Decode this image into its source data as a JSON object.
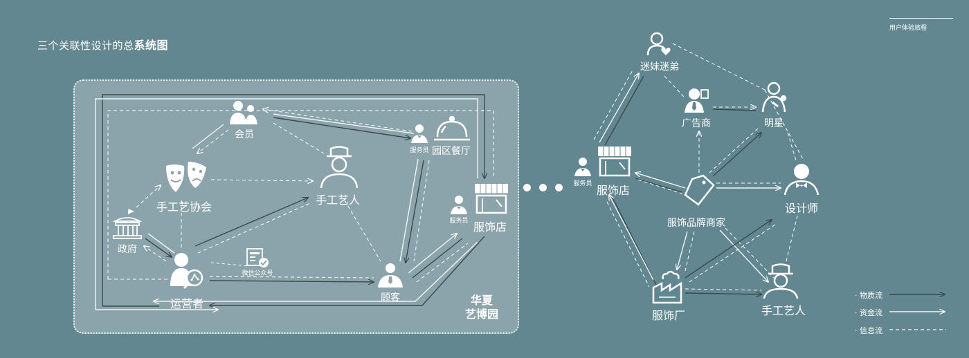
{
  "header": {
    "title_normal": "三个关联性设计的总",
    "title_bold": "系统图",
    "section_tab": "用户体验旅程"
  },
  "park": {
    "name_line1": "华夏",
    "name_line2": "艺博园",
    "nodes": {
      "member": "会员",
      "craft_assoc": "手工艺协会",
      "gov": "政府",
      "operator": "运营者",
      "wechat": "微信公众号",
      "artisan": "手工艺人",
      "customer": "顾客",
      "waiter1": "服务员",
      "restaurant": "园区餐厅",
      "waiter2": "服务员",
      "shop": "服饰店"
    }
  },
  "brand": {
    "nodes": {
      "fans": "迷妹迷弟",
      "advertiser": "广告商",
      "star": "明星",
      "waiter": "服务员",
      "shop": "服饰店",
      "merchant": "服饰品牌商家",
      "designer": "设计师",
      "factory": "服饰厂",
      "artisan": "手工艺人"
    }
  },
  "legend": {
    "items": [
      {
        "label": "物质流",
        "style": "solid-dark"
      },
      {
        "label": "资金流",
        "style": "solid-light"
      },
      {
        "label": "信息流",
        "style": "dashed"
      }
    ]
  },
  "colors": {
    "background": "#628791",
    "panel": "#8ba3aa",
    "material_flow": "#3b4a4f",
    "money_flow": "#f2f5f6",
    "info_flow": "#ffffff"
  }
}
